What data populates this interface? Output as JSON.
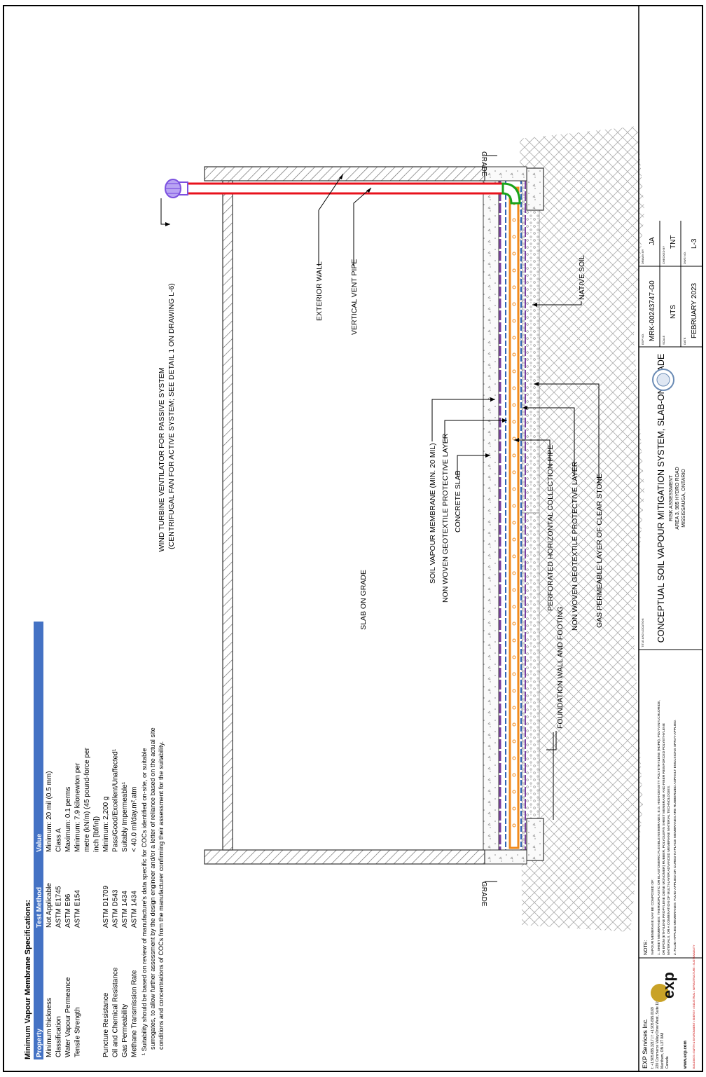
{
  "spec_table": {
    "heading": "Minimum Vapour Membrane Specifications:",
    "columns": [
      "Property",
      "Test Method",
      "Value"
    ],
    "rows": [
      {
        "property": "Minimum thickness",
        "method": "Not Applicable",
        "value_lines": [
          "Minimum: 20 mil (0.5 mm)"
        ]
      },
      {
        "property": "Classification",
        "method": "ASTM E1745",
        "value_lines": [
          "Class A"
        ]
      },
      {
        "property": "Water Vapour Permeance",
        "method": "ASTM E96",
        "value_lines": [
          "Maximum: 0.1 perms"
        ]
      },
      {
        "property": "Tensile Strength",
        "method": "ASTM E154",
        "value_lines": [
          "Minimum: 7.9 kilonewton per",
          "metre (kN/m) (45 pound-force per",
          "inch [lbf/in])"
        ]
      },
      {
        "property": "Puncture Resistance",
        "method": "ASTM D1709",
        "value_lines": [
          "Minimum: 2,200 g"
        ]
      },
      {
        "property": "Oil and Chemical Resistance",
        "method": "ASTM D543",
        "value_lines": [
          "Pass/Good/Excellent/Unaffected¹"
        ]
      },
      {
        "property": "Gas Permeability",
        "method": "ASTM 1434",
        "value_lines": [
          "Suitably Impermeable¹"
        ]
      },
      {
        "property": "Methane Transmission Rate",
        "method": "ASTM 1434",
        "value_lines": [
          "< 40.0 ml/day.m².atm"
        ]
      }
    ],
    "footnote_lines": [
      "¹ Suitability should be based on review of manufacture's data specific for COCs identified on-site, or suitable",
      "surrogates, to allow further assessment by the design engineer and/or a letter of reliance based on the actual site",
      "conditions and concentrations of COCs from the manufacturer confirming their assessment for the suitability."
    ]
  },
  "labels": {
    "grade_left": "GRADE",
    "grade_right": "GRADE",
    "foundation": "FOUNDATION WALL AND FOOTING",
    "slab_on_grade": "SLAB ON GRADE",
    "turbine_line1": "WIND TURBINE VENTILATOR FOR PASSIVE SYSTEM",
    "turbine_line2": "(CENTRIFUGAL FAN FOR ACTIVE SYSTEM; SEE DETAIL 1 ON DRAWING L-6)",
    "exterior_wall": "EXTERIOR WALL",
    "vent_pipe": "VERTICAL VENT PIPE",
    "membrane": "SOIL VAPOUR MEMBRANE (MIN. 20 MIL)",
    "geotextile_upper": "NON WOVEN GEOTEXTILE PROTECTIVE LAYER",
    "concrete_slab": "CONCRETE SLAB",
    "collection_pipe": "PERFORATED HORIZONTAL COLLECTION PIPE",
    "geotextile_lower": "NON WOVEN GEOTEXTILE PROTECTIVE LAYER",
    "clear_stone": "GAS PERMEABLE LAYER OF CLEAR STONE",
    "native_soil": "NATIVE SOIL"
  },
  "company": {
    "name": "EXP Services Inc.",
    "lines": [
      "t: +1.905.695.3217 | f: +1.905.695.0169",
      "220 Commerce Valley Drive West, Suite 110",
      "Markham, ON L3T 0A8",
      "Canada"
    ],
    "website": "www.exp.com",
    "logo_text": "exp",
    "sectors": "BUILDINGS • EARTH & ENVIRONMENT • ENERGY • INDUSTRIAL • INFRASTRUCTURE • SUSTAINABILITY"
  },
  "notes": {
    "heading": "NOTE:",
    "lines": [
      "VAPOUR MEMBRANE MAY BE COMPOSED OF:",
      "1.   SHEET MEMBRANES: THERMOPLASTIC OR ELASTOMERIC FLEXIBLE MEMBRANES, E.G. HIGH-DENSITY POLYETHYLENE (HDPE), POLYVINYLCHLORIDE,",
      "      OR EPDM (ETHYLENE PROPYLENE DIENE MONOMER) RUBBER, POLYOLEFIN SHEET MEMBRANE AND FIBER REINFORCED POLYETHYLENE",
      "      MATERIALS, OR A COMBINATION OF MULTI-LAYER ADVANCED MEMBRANE MATERIAL TECHNOLOGIES.",
      "2.   FLUID-APPLIED MEMBRANES: FLUID-APPLIED OR CURED-IN-PLACE MEMBRANES ARE RUBBERIZED ASPHALT EMULSIONS SPRAY-APPLIED."
    ]
  },
  "title_block": {
    "title_caption": "TITLE AND LOCATION",
    "title": "CONCEPTUAL SOIL VAPOUR MITIGATION SYSTEM, SLAB-ON-GRADE",
    "subtitle_lines": [
      "RISK ASSESSMENT",
      "AREA 3, 985 HYDRO ROAD",
      "MISSISSAUGA, ONTARIO"
    ],
    "fields": [
      {
        "caption": "EXP NO.",
        "value": "MRK-00243747-G0"
      },
      {
        "caption": "SCALE",
        "value": "NTS"
      },
      {
        "caption": "DATE",
        "value": "FEBRUARY 2023"
      },
      {
        "caption": "DRAWN BY",
        "value": "JA"
      },
      {
        "caption": "CHECKED BY",
        "value": "TNT"
      },
      {
        "caption": "DWG NO.",
        "value": "L-3"
      }
    ]
  },
  "colors": {
    "vent_pipe": "#e8121c",
    "collection_pipe": "#f08a1c",
    "membrane": "#7a3fa0",
    "geotextile": "#2f63b5",
    "turbine": "#7c52e0",
    "elbow": "#1aa31a",
    "table_header": "#4472c4"
  }
}
